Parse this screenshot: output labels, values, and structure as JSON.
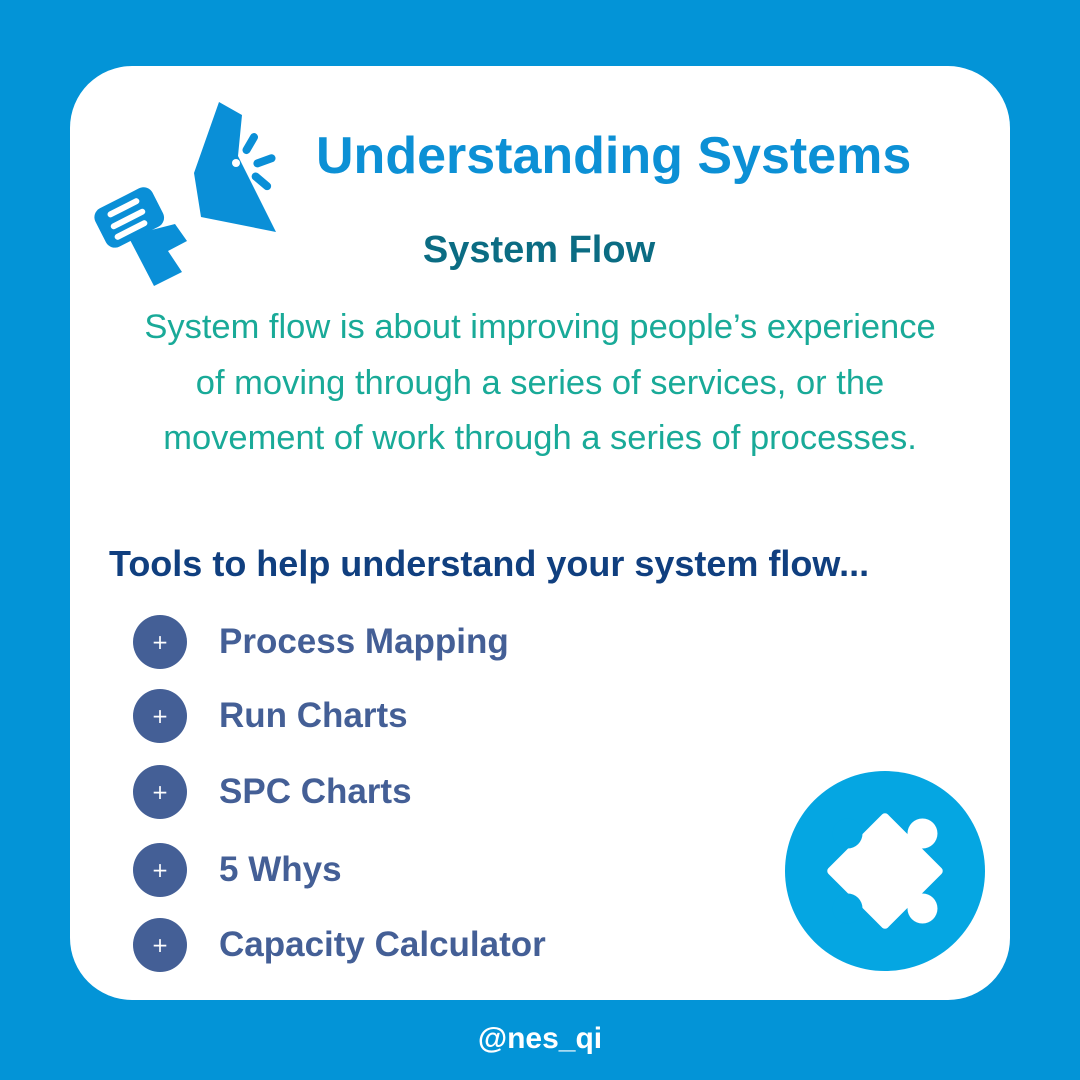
{
  "colors": {
    "background": "#0394d7",
    "card": "#ffffff",
    "icon_blue": "#0a8fd7",
    "title": "#0c90d5",
    "subtitle": "#0b6c83",
    "description": "#19aa98",
    "tools_heading": "#103f7f",
    "tool_text": "#445f96",
    "plus_badge": "#445f96",
    "puzzle_badge": "#05a6e2",
    "puzzle_piece": "#ffffff"
  },
  "icons": {
    "megaphone": "megaphone-icon",
    "plus": "plus-icon",
    "puzzle": "puzzle-piece-icon"
  },
  "header": {
    "title": "Understanding Systems"
  },
  "content": {
    "subtitle": "System Flow",
    "description": "System flow is about improving people’s experience of moving through a series of services, or the movement of work through a series of processes.",
    "tools_heading": "Tools to help understand your system flow..."
  },
  "tools": {
    "plus_symbol": "+",
    "items": [
      {
        "label": "Process Mapping"
      },
      {
        "label": "Run Charts"
      },
      {
        "label": "SPC Charts"
      },
      {
        "label": "5 Whys"
      },
      {
        "label": "Capacity Calculator"
      }
    ]
  },
  "footer": {
    "handle": "@nes_qi"
  }
}
